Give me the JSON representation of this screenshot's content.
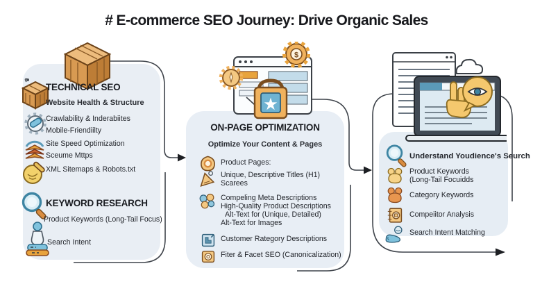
{
  "title": "# E-commerce SEO Journey: Drive Organic Sales",
  "colors": {
    "accent_orange": "#e8a33d",
    "accent_blue": "#6fb3d2",
    "panel_fill": "#e9eef4",
    "outline": "#3f444b",
    "text": "#23262c"
  },
  "icons": {
    "cube-icon": "isometric wooden cube",
    "crate-icon": "small wooden crate",
    "gear-crawl-icon": "gear with blue capsule",
    "speed-icon": "layered speed chevrons",
    "sitemap-icon": "circle with pencil",
    "magnifier-icon": "magnifying glass",
    "pawn-icon": "pawn on stacked books",
    "shield-ring-icon": "badge with ring",
    "funnel-icon": "tilted funnel",
    "grapes-icon": "cluster of circles",
    "page-arrow-icon": "document with arrow",
    "camera-square-icon": "square with lens",
    "paw-yellow-icon": "yellow paw blob",
    "paw-orange-icon": "orange paw blob",
    "gear-doc-icon": "document with gear",
    "handset-icon": "person with handset",
    "browser-opt-scene": "browser window with gears and lock badge",
    "laptop-scene": "document, laptop, hand cursor, eye bubble, cloud"
  },
  "panels": {
    "technical": {
      "heading": "TECHNICAL SEO",
      "subheading": "Website Health & Structure",
      "items": [
        {
          "icon": "gear-crawl-icon",
          "lines": [
            "Crawlability & Inderabiites",
            "Mobile-Friendiilty"
          ]
        },
        {
          "icon": "speed-icon",
          "lines": [
            "Site Speed Optimization",
            "Sceume Mttps"
          ]
        },
        {
          "icon": "sitemap-icon",
          "lines": [
            "XML Sitemaps & Robots.txt"
          ]
        }
      ],
      "heading2": "KEYWORD RESEARCH",
      "items2": [
        {
          "icon": "magnifier-icon",
          "lines": [
            "Product Keywords (Long-Tail Focus)"
          ]
        },
        {
          "icon": "pawn-icon",
          "lines": [
            "Search Intent"
          ]
        }
      ]
    },
    "onpage": {
      "heading": "ON-PAGE OPTIMIZATION",
      "subheading": "Optimize Your Content & Pages",
      "items": [
        {
          "icon": "shield-ring-icon",
          "lines": [
            "Product Pages:"
          ]
        },
        {
          "icon": "funnel-icon",
          "lines": [
            "Unique, Descriptive Titles (H1)",
            "Scarees"
          ]
        },
        {
          "icon": "grapes-icon",
          "lines": [
            "Compeling Meta Descriptions",
            "High-Quality Product Descriptions",
            "Alt-Text for (Unique, Detailed)",
            "Alt-Text for Images"
          ]
        },
        {
          "icon": "page-arrow-icon",
          "lines": [
            "Customer Rategory Descriptions"
          ]
        },
        {
          "icon": "camera-square-icon",
          "lines": [
            "Fiter & Facet SEO (Canonicalization)"
          ]
        }
      ]
    },
    "audience": {
      "heading": "Understand Youdience's Seurch",
      "items": [
        {
          "icon": "paw-yellow-icon",
          "lines": [
            "Product Keywords",
            "(Long-Tail Focuidds"
          ]
        },
        {
          "icon": "paw-orange-icon",
          "lines": [
            "Category Keywords"
          ]
        },
        {
          "icon": "gear-doc-icon",
          "lines": [
            "Compeiitor Analysis"
          ]
        },
        {
          "icon": "handset-icon",
          "lines": [
            "Search Intent Matching"
          ]
        }
      ]
    }
  }
}
